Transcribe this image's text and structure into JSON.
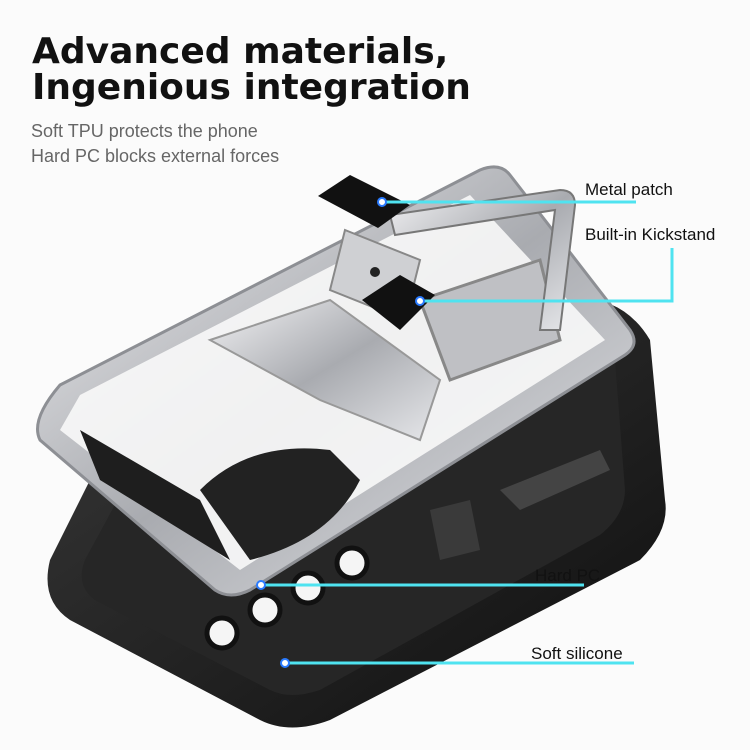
{
  "headline": {
    "line1": "Advanced materials,",
    "line2": "Ingenious integration"
  },
  "subtitle": {
    "line1": "Soft TPU protects the phone",
    "line2": "Hard PC blocks external forces"
  },
  "callouts": [
    {
      "label": "Metal patch"
    },
    {
      "label": "Built-in Kickstand"
    },
    {
      "label": "Hard PC"
    },
    {
      "label": "Soft silicone"
    }
  ],
  "colors": {
    "callout_line": "#4fe3f0",
    "case_black": "#1a1a1a",
    "frame_silver": "#c8c9cc"
  }
}
